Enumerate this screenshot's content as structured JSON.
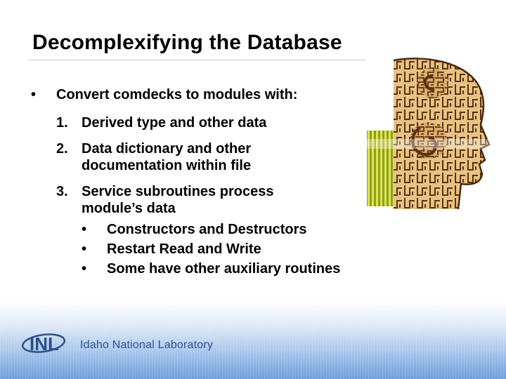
{
  "slide": {
    "title": "Decomplexifying the Database",
    "bullet_symbol": "•",
    "main_bullet": "Convert comdecks to modules with:",
    "numbered": [
      {
        "num": "1.",
        "lines": [
          "Derived type and other data"
        ]
      },
      {
        "num": "2.",
        "lines": [
          "Data dictionary and other",
          "documentation within file"
        ]
      },
      {
        "num": "3.",
        "lines": [
          "Service subroutines process",
          "module’s data"
        ]
      }
    ],
    "sub_bullets": [
      "Constructors and Destructors",
      "Restart Read and Write",
      "Some have other auxiliary routines"
    ]
  },
  "footer": {
    "logo_letters": "INL",
    "logo_text": "Idaho National Laboratory"
  },
  "colors": {
    "logo_blue": "#2a4f8a",
    "footer_blue": "#6f9fdc",
    "art_tan": "#c89a52",
    "art_dark": "#6b3d1c",
    "art_green": "#b8c400"
  }
}
